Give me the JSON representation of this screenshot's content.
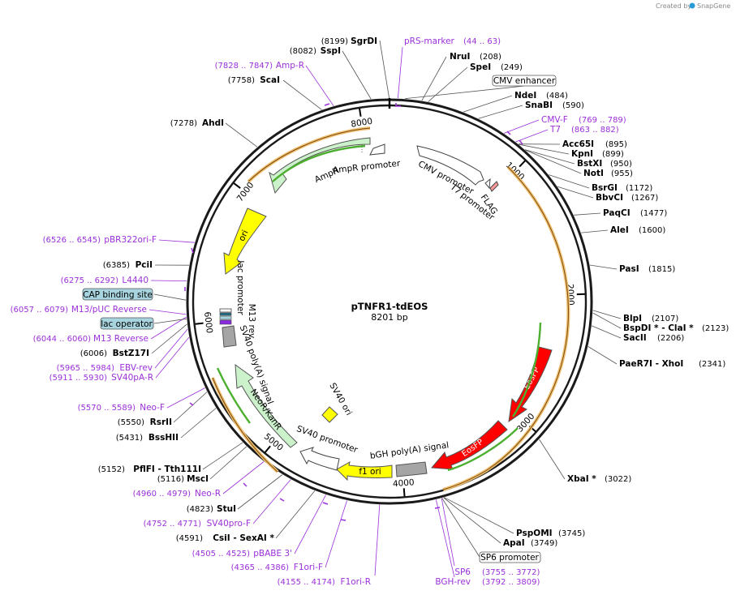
{
  "watermark": {
    "prefix": "Created by",
    "brand": "SnapGene"
  },
  "plasmid": {
    "name": "pTNFR1-tdEOS",
    "size_label": "8201 bp",
    "length": 8201
  },
  "ticks": [
    {
      "pos": 1000,
      "label": "1000"
    },
    {
      "pos": 2000,
      "label": "2000"
    },
    {
      "pos": 3000,
      "label": "3000"
    },
    {
      "pos": 4000,
      "label": "4000"
    },
    {
      "pos": 5000,
      "label": "5000"
    },
    {
      "pos": 6000,
      "label": "6000"
    },
    {
      "pos": 7000,
      "label": "7000"
    },
    {
      "pos": 8000,
      "label": "8000"
    }
  ],
  "enzymes": [
    {
      "name": "SgrDI",
      "coord": "(8199)",
      "pos": 8199
    },
    {
      "name": "SspI",
      "coord": "(8082)",
      "pos": 8082
    },
    {
      "name": "ScaI",
      "coord": "(7758)",
      "pos": 7758
    },
    {
      "name": "AhdI",
      "coord": "(7278)",
      "pos": 7278
    },
    {
      "name": "PciI",
      "coord": "(6385)",
      "pos": 6385
    },
    {
      "name": "BstZ17I",
      "coord": "(6006)",
      "pos": 6006
    },
    {
      "name": "RsrII",
      "coord": "(5550)",
      "pos": 5550
    },
    {
      "name": "BssHII",
      "coord": "(5431)",
      "pos": 5431
    },
    {
      "name": "PflFI - Tth111I",
      "coord": "(5152)",
      "pos": 5152
    },
    {
      "name": "MscI",
      "coord": "(5116)",
      "pos": 5116
    },
    {
      "name": "StuI",
      "coord": "(4823)",
      "pos": 4823
    },
    {
      "name": "CsiI - SexAI *",
      "coord": "(4591)",
      "pos": 4591
    },
    {
      "name": "NruI",
      "coord": "(208)",
      "pos": 208
    },
    {
      "name": "SpeI",
      "coord": "(249)",
      "pos": 249
    },
    {
      "name": "NdeI",
      "coord": "(484)",
      "pos": 484
    },
    {
      "name": "SnaBI",
      "coord": "(590)",
      "pos": 590
    },
    {
      "name": "Acc65I",
      "coord": "(895)",
      "pos": 895
    },
    {
      "name": "KpnI",
      "coord": "(899)",
      "pos": 899
    },
    {
      "name": "BstXI",
      "coord": "(950)",
      "pos": 950
    },
    {
      "name": "NotI",
      "coord": "(955)",
      "pos": 955
    },
    {
      "name": "BsrGI",
      "coord": "(1172)",
      "pos": 1172
    },
    {
      "name": "BbvCI",
      "coord": "(1267)",
      "pos": 1267
    },
    {
      "name": "PaqCI",
      "coord": "(1477)",
      "pos": 1477
    },
    {
      "name": "AleI",
      "coord": "(1600)",
      "pos": 1600
    },
    {
      "name": "PasI",
      "coord": "(1815)",
      "pos": 1815
    },
    {
      "name": "BlpI",
      "coord": "(2107)",
      "pos": 2107
    },
    {
      "name": "BspDI * - ClaI *",
      "coord": "(2123)",
      "pos": 2123
    },
    {
      "name": "SacII",
      "coord": "(2206)",
      "pos": 2206
    },
    {
      "name": "PaeR7I - XhoI",
      "coord": "(2341)",
      "pos": 2341
    },
    {
      "name": "XbaI *",
      "coord": "(3022)",
      "pos": 3022
    },
    {
      "name": "PspOMI",
      "coord": "(3745)",
      "pos": 3745
    },
    {
      "name": "ApaI",
      "coord": "(3749)",
      "pos": 3749
    }
  ],
  "primers": [
    {
      "name": "pRS-marker",
      "coord": "(44 .. 63)",
      "pos": 54
    },
    {
      "name": "Amp-R",
      "coord": "(7828 .. 7847)",
      "pos": 7838
    },
    {
      "name": "CMV-F",
      "coord": "(769 .. 789)",
      "pos": 779
    },
    {
      "name": "T7",
      "coord": "(863 .. 882)",
      "pos": 872
    },
    {
      "name": "pBR322ori-F",
      "coord": "(6526 .. 6545)",
      "pos": 6535
    },
    {
      "name": "L4440",
      "coord": "(6275 .. 6292)",
      "pos": 6283
    },
    {
      "name": "M13/pUC Reverse",
      "coord": "(6057 .. 6079)",
      "pos": 6068
    },
    {
      "name": "M13 Reverse",
      "coord": "(6044 .. 6060)",
      "pos": 6052
    },
    {
      "name": "EBV-rev",
      "coord": "(5965 .. 5984)",
      "pos": 5974
    },
    {
      "name": "SV40pA-R",
      "coord": "(5911 .. 5930)",
      "pos": 5920
    },
    {
      "name": "Neo-F",
      "coord": "(5570 .. 5589)",
      "pos": 5579
    },
    {
      "name": "Neo-R",
      "coord": "(4960 .. 4979)",
      "pos": 4969
    },
    {
      "name": "SV40pro-F",
      "coord": "(4752 .. 4771)",
      "pos": 4761
    },
    {
      "name": "pBABE 3'",
      "coord": "(4505 .. 4525)",
      "pos": 4515
    },
    {
      "name": "F1ori-F",
      "coord": "(4365 .. 4386)",
      "pos": 4375
    },
    {
      "name": "F1ori-R",
      "coord": "(4155 .. 4174)",
      "pos": 4164
    },
    {
      "name": "SP6",
      "coord": "(3755 .. 3772)",
      "pos": 3763
    },
    {
      "name": "BGH-rev",
      "coord": "(3792 .. 3809)",
      "pos": 3800
    }
  ],
  "boxed_labels": [
    {
      "name": "CMV enhancer",
      "fill": "#ffffff"
    },
    {
      "name": "CAP binding site",
      "fill": "#a7d4de"
    },
    {
      "name": "lac operator",
      "fill": "#a7d4de"
    },
    {
      "name": "SP6 promoter",
      "fill": "#ffffff"
    }
  ],
  "features": [
    {
      "name": "AmpR promoter",
      "color": "#ffffff"
    },
    {
      "name": "AmpR",
      "color": "#ccf2cc"
    },
    {
      "name": "ori",
      "color": "#ffff00"
    },
    {
      "name": "CMV promoter",
      "color": "#ffffff"
    },
    {
      "name": "T7 promoter",
      "color": "#ffffff"
    },
    {
      "name": "FLAG",
      "color": "#ff9999"
    },
    {
      "name": "EosFP",
      "color": "#ff0000"
    },
    {
      "name": "EosFP",
      "color": "#ff0000"
    },
    {
      "name": "bGH poly(A) signal",
      "color": "#a5a5a5"
    },
    {
      "name": "f1 ori",
      "color": "#ffff00"
    },
    {
      "name": "SV40 promoter",
      "color": "#ffffff"
    },
    {
      "name": "NeoR/KanR",
      "color": "#ccf2cc"
    },
    {
      "name": "SV40 poly(A) signal",
      "color": "#a5a5a5"
    },
    {
      "name": "M13 rev",
      "color": "#ffffff"
    },
    {
      "name": "lac promoter",
      "color": "#ffffff"
    },
    {
      "name": "SV40 ori",
      "color": "#ffff00"
    }
  ]
}
